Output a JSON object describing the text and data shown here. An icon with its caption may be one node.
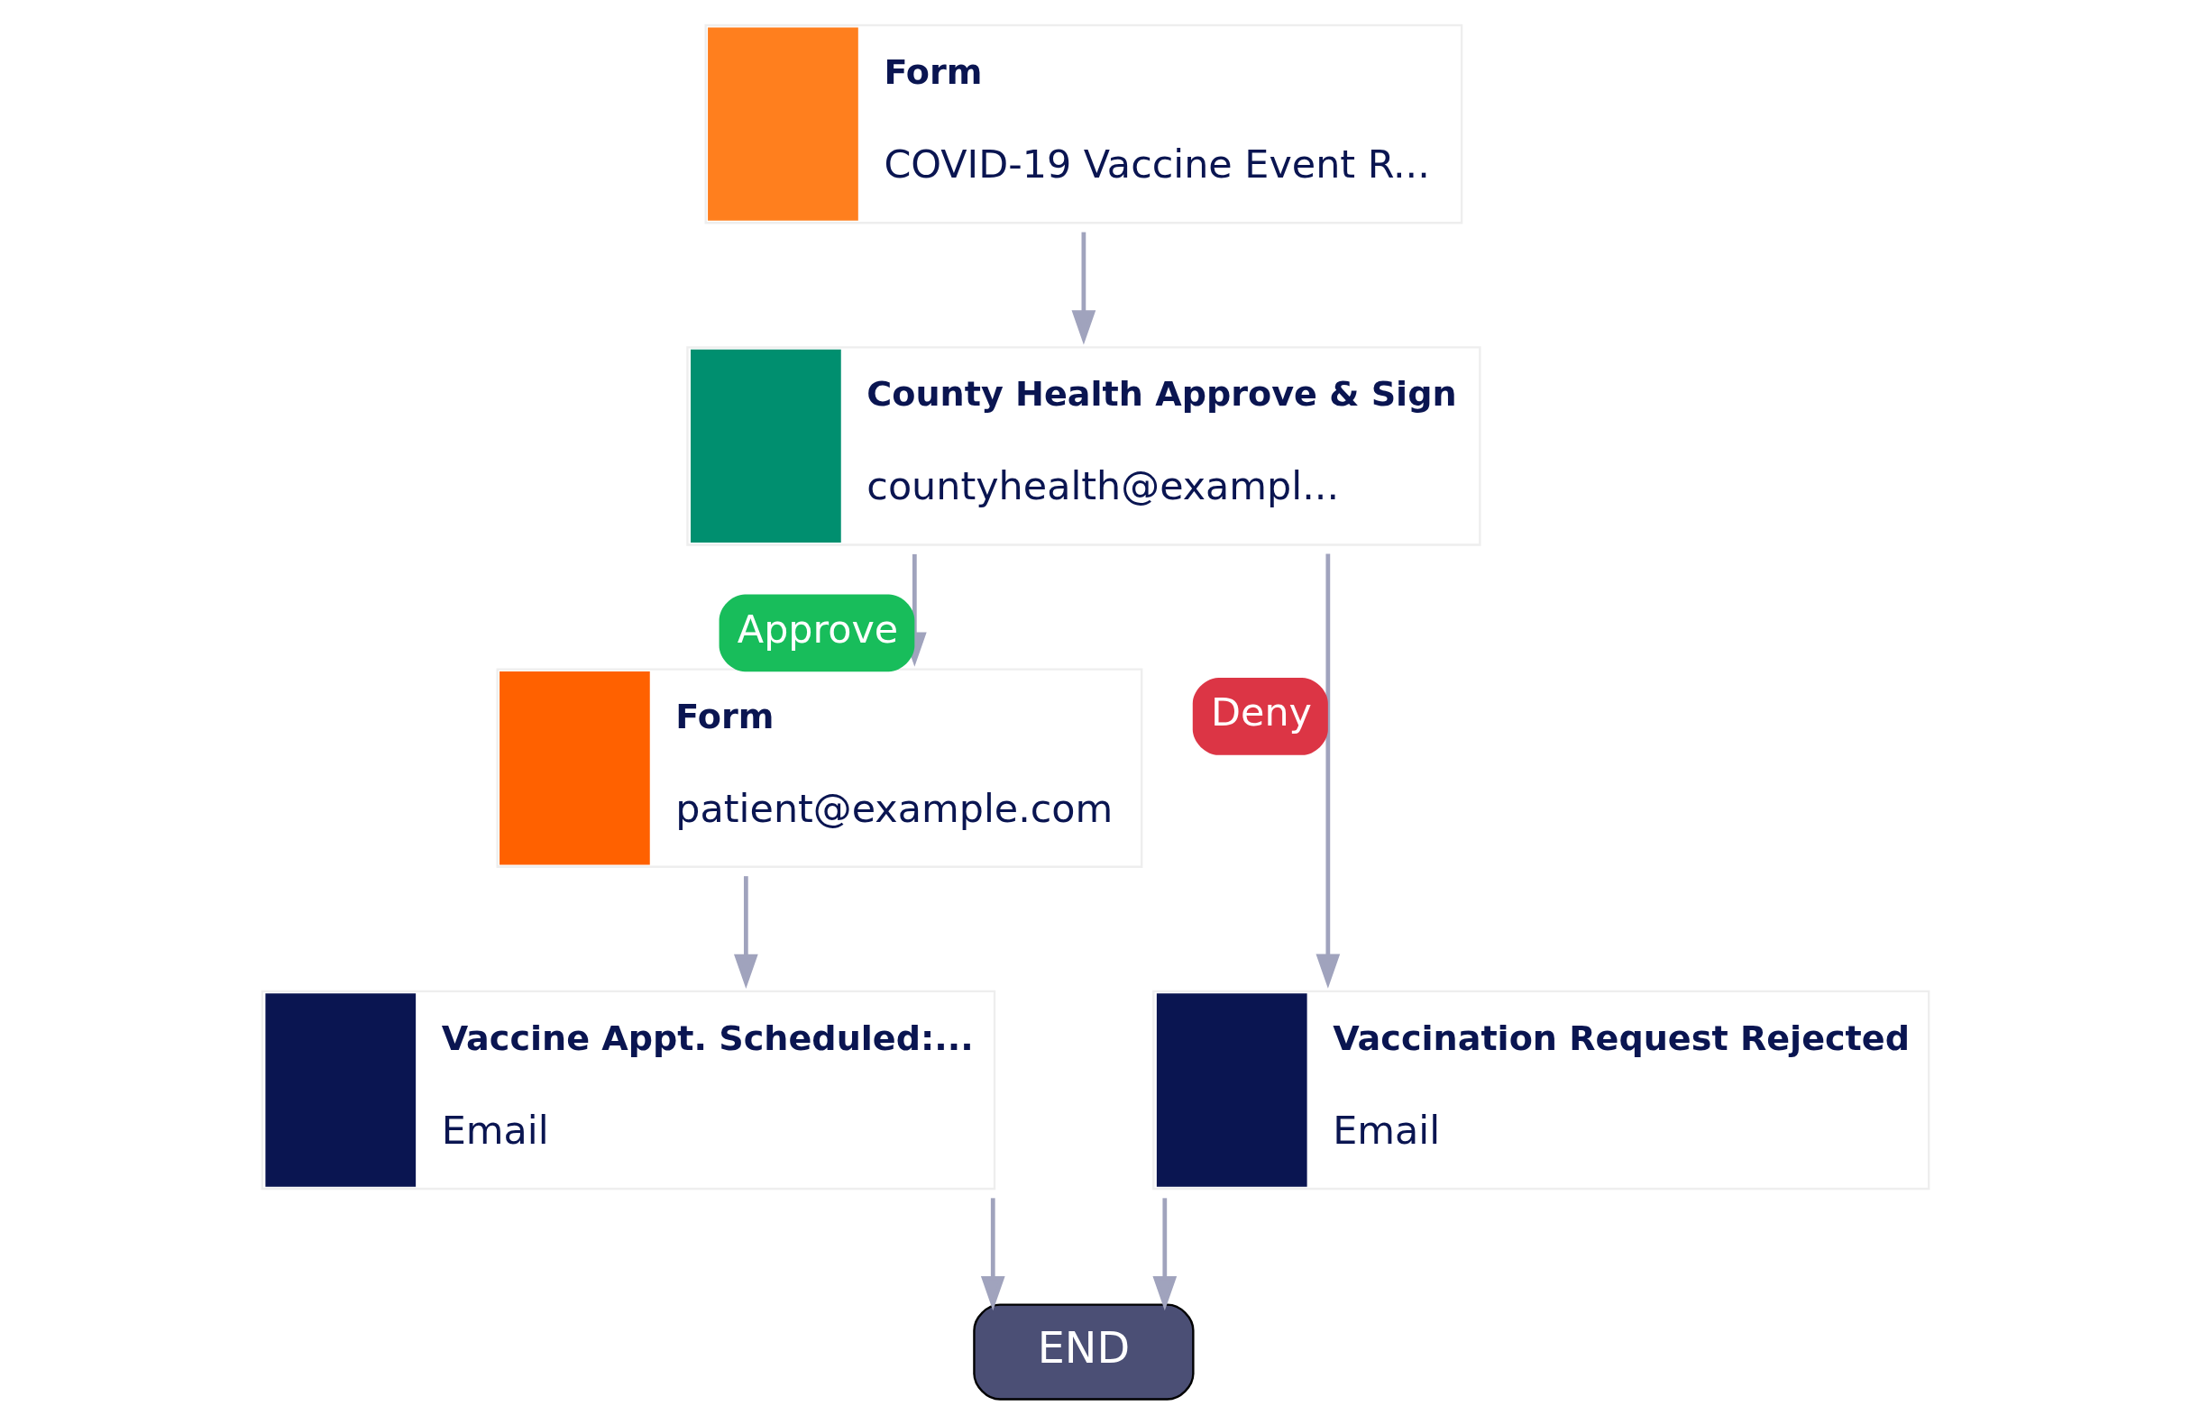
{
  "diagram": {
    "nodes": [
      {
        "text": [
          "Form",
          "COVID-19 Vaccine Event R..."
        ]
      },
      {
        "text": [
          "County Health Approve & Sign",
          "countyhealth@exampl..."
        ]
      },
      {
        "text": [
          "Form",
          "patient@example.com"
        ]
      },
      {
        "text": [
          "Vaccine Appt. Scheduled:...",
          "Email"
        ]
      },
      {
        "text": [
          "Vaccination Request Rejected",
          "Email"
        ]
      },
      {
        "text": [
          "END"
        ]
      }
    ],
    "edges": [
      {
        "from": 0,
        "to": 1,
        "arrow": "to"
      },
      {
        "from": 1,
        "to": 2,
        "arrow": "to",
        "label": "Approve"
      },
      {
        "from": 1,
        "to": 4,
        "arrow": "to",
        "label": "Deny"
      },
      {
        "from": 2,
        "to": 3,
        "arrow": "to"
      },
      {
        "from": 3,
        "to": 5,
        "arrow": "to"
      },
      {
        "from": 4,
        "to": 5,
        "arrow": "to"
      }
    ]
  }
}
